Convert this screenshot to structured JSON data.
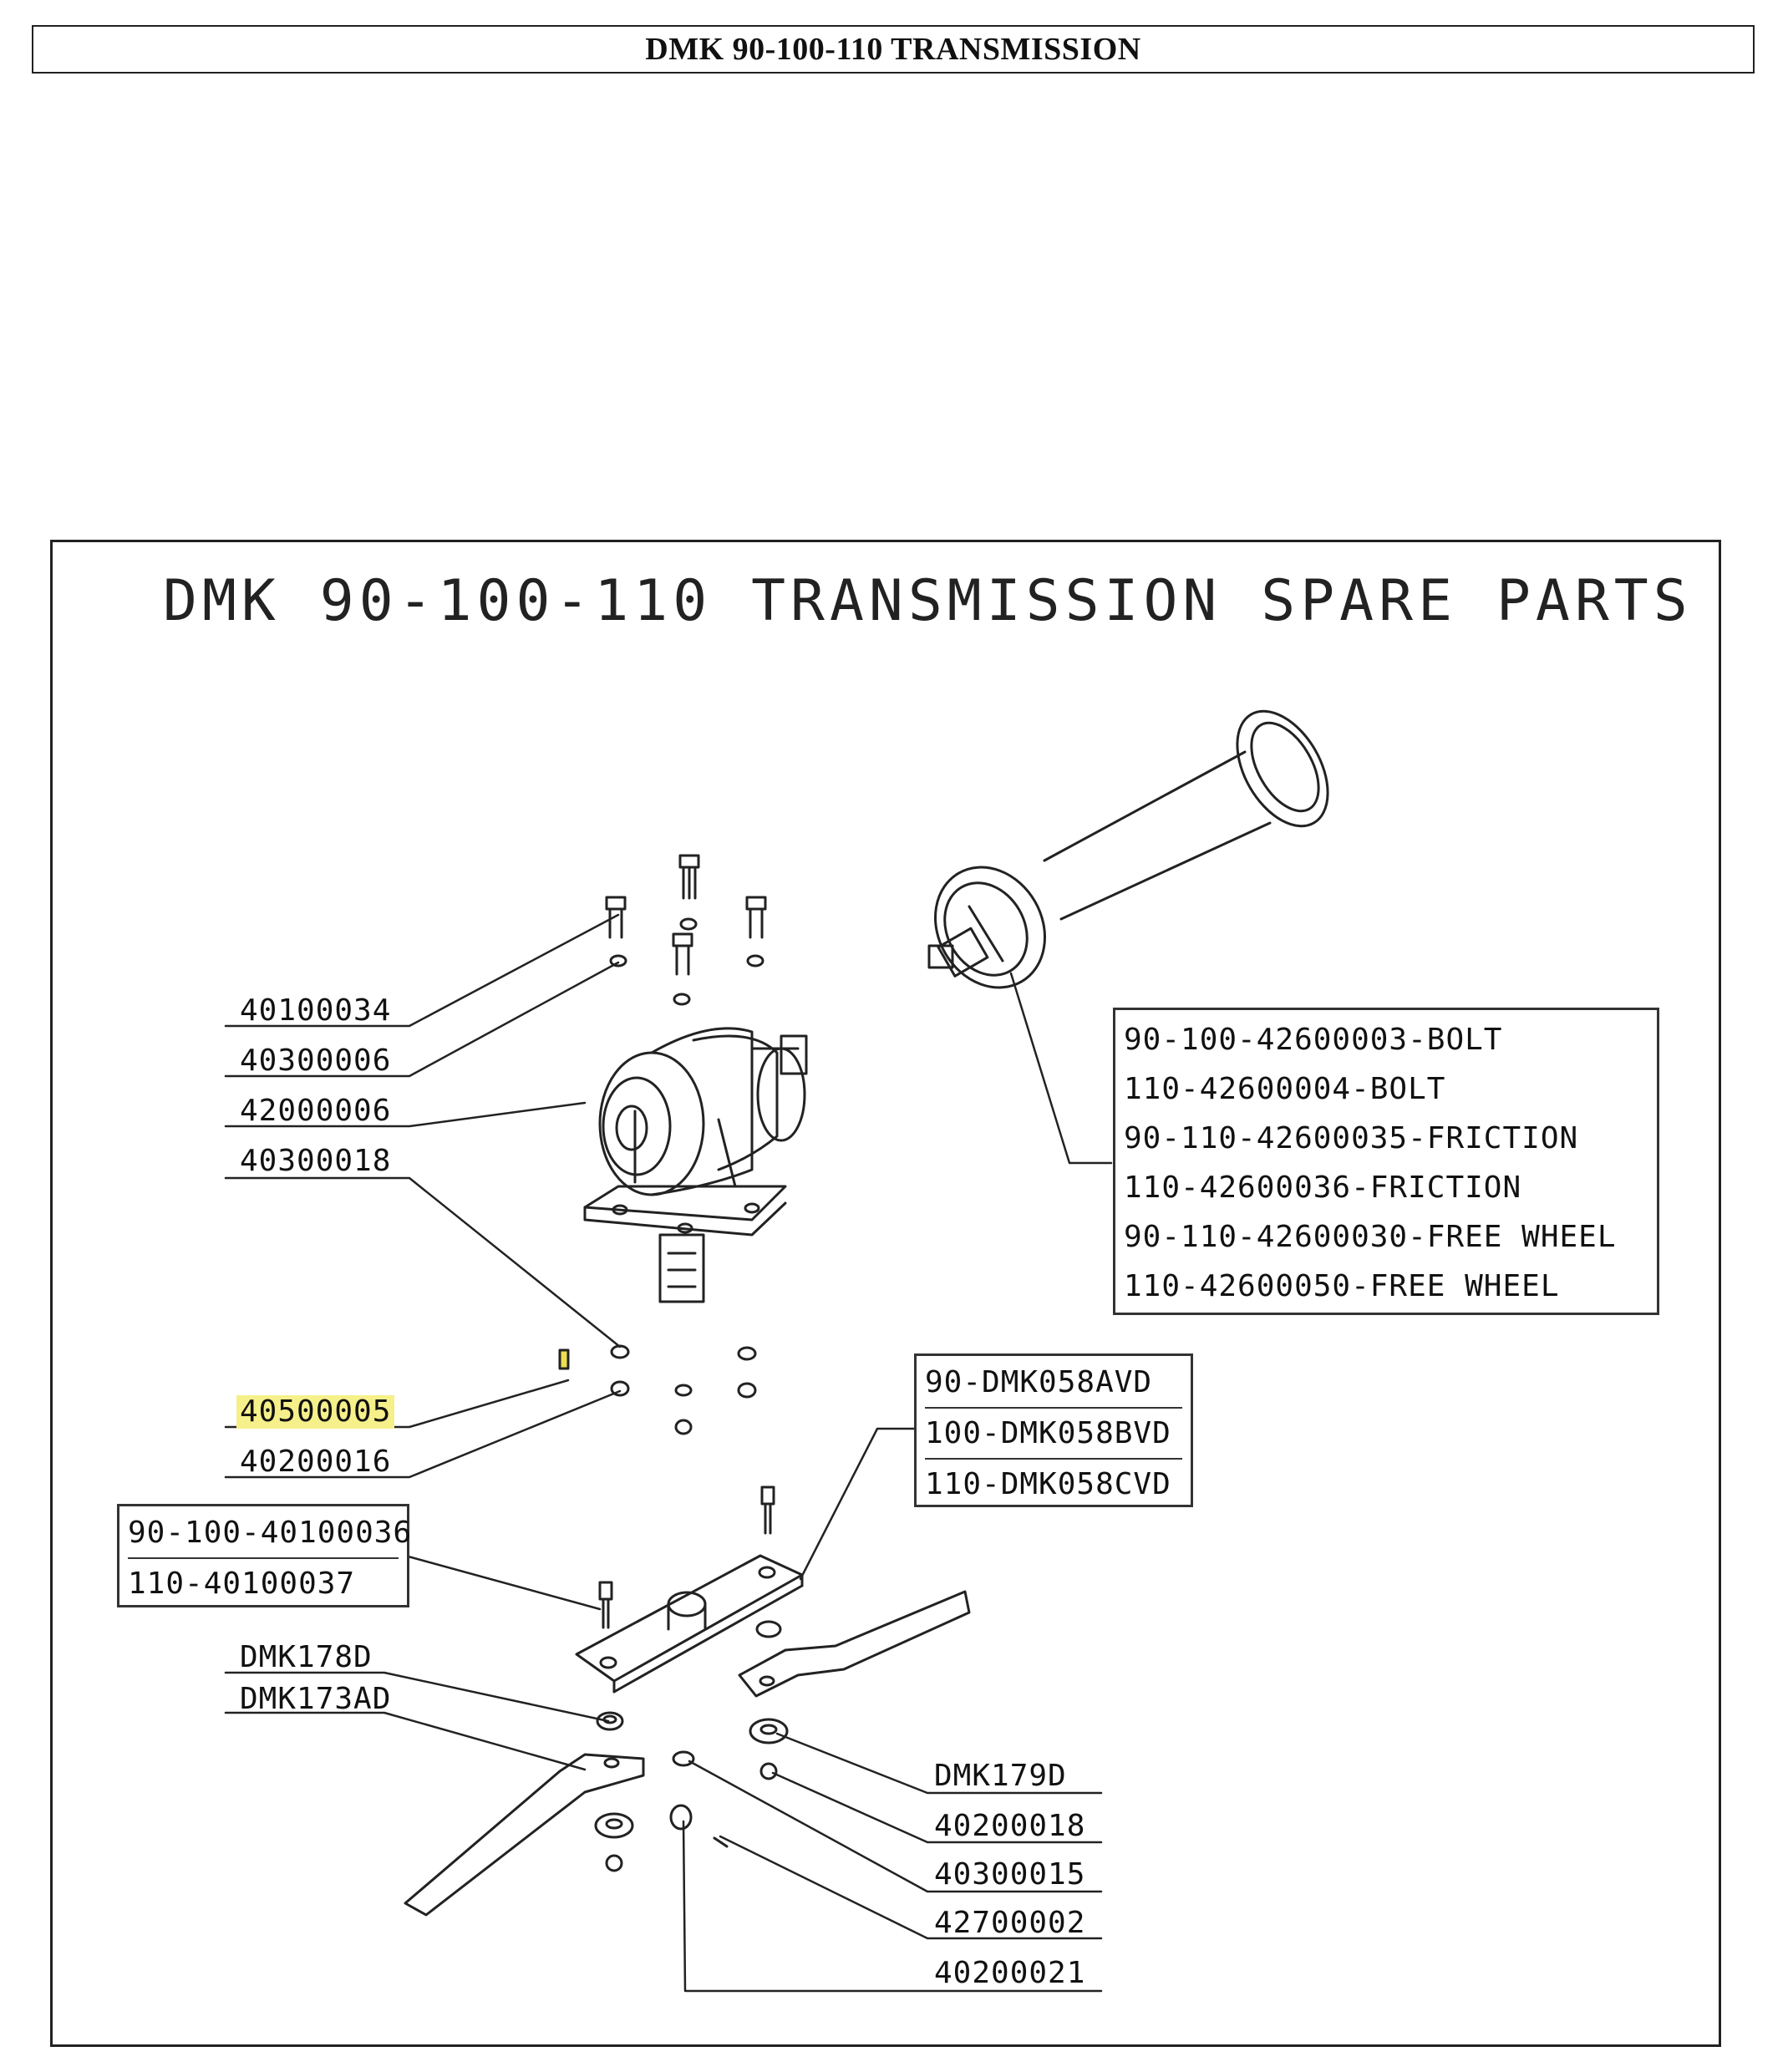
{
  "header": {
    "title": "DMK 90-100-110 TRANSMISSION"
  },
  "diagram": {
    "title": "DMK 90-100-110 TRANSMISSION SPARE PARTS",
    "left_labels": [
      "40100034",
      "40300006",
      "42000006",
      "40300018",
      "40500005",
      "40200016"
    ],
    "lower_left_labels": [
      "DMK178D",
      "DMK173AD"
    ],
    "right_labels": [
      "DMK179D",
      "40200018",
      "40300015",
      "42700002",
      "40200021"
    ],
    "shaft_parts_box": [
      "90-100-42600003-BOLT",
      "110-42600004-BOLT",
      "90-110-42600035-FRICTION",
      "110-42600036-FRICTION",
      "90-110-42600030-FREE WHEEL",
      "110-42600050-FREE WHEEL"
    ],
    "blade_holder_box": [
      "90-DMK058AVD",
      "100-DMK058BVD",
      "110-DMK058CVD"
    ],
    "bolt_box": [
      "90-100-40100036",
      "110-40100037"
    ],
    "highlight_color": "#f6f08a"
  }
}
